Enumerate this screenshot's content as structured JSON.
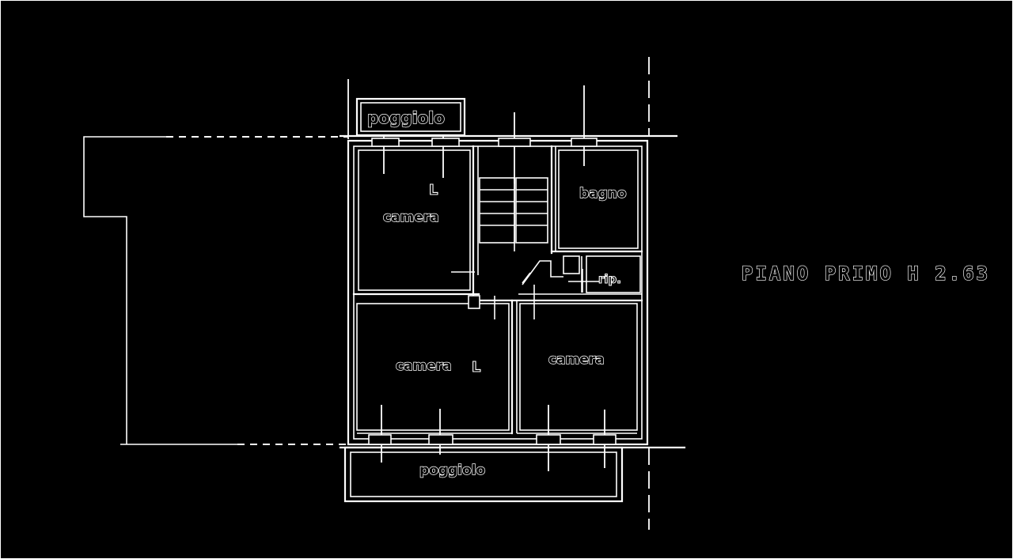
{
  "plan": {
    "title": "PIANO PRIMO H 2.63",
    "rooms": {
      "balcony_top": "poggiolo",
      "bedroom_top": "camera",
      "bedroom_top_mark": "L",
      "bathroom": "bagno",
      "wc": "rip.",
      "bedroom_main": "camera",
      "bedroom_main_mark": "L",
      "bedroom_right": "camera",
      "balcony_bottom": "poggiolo"
    }
  }
}
